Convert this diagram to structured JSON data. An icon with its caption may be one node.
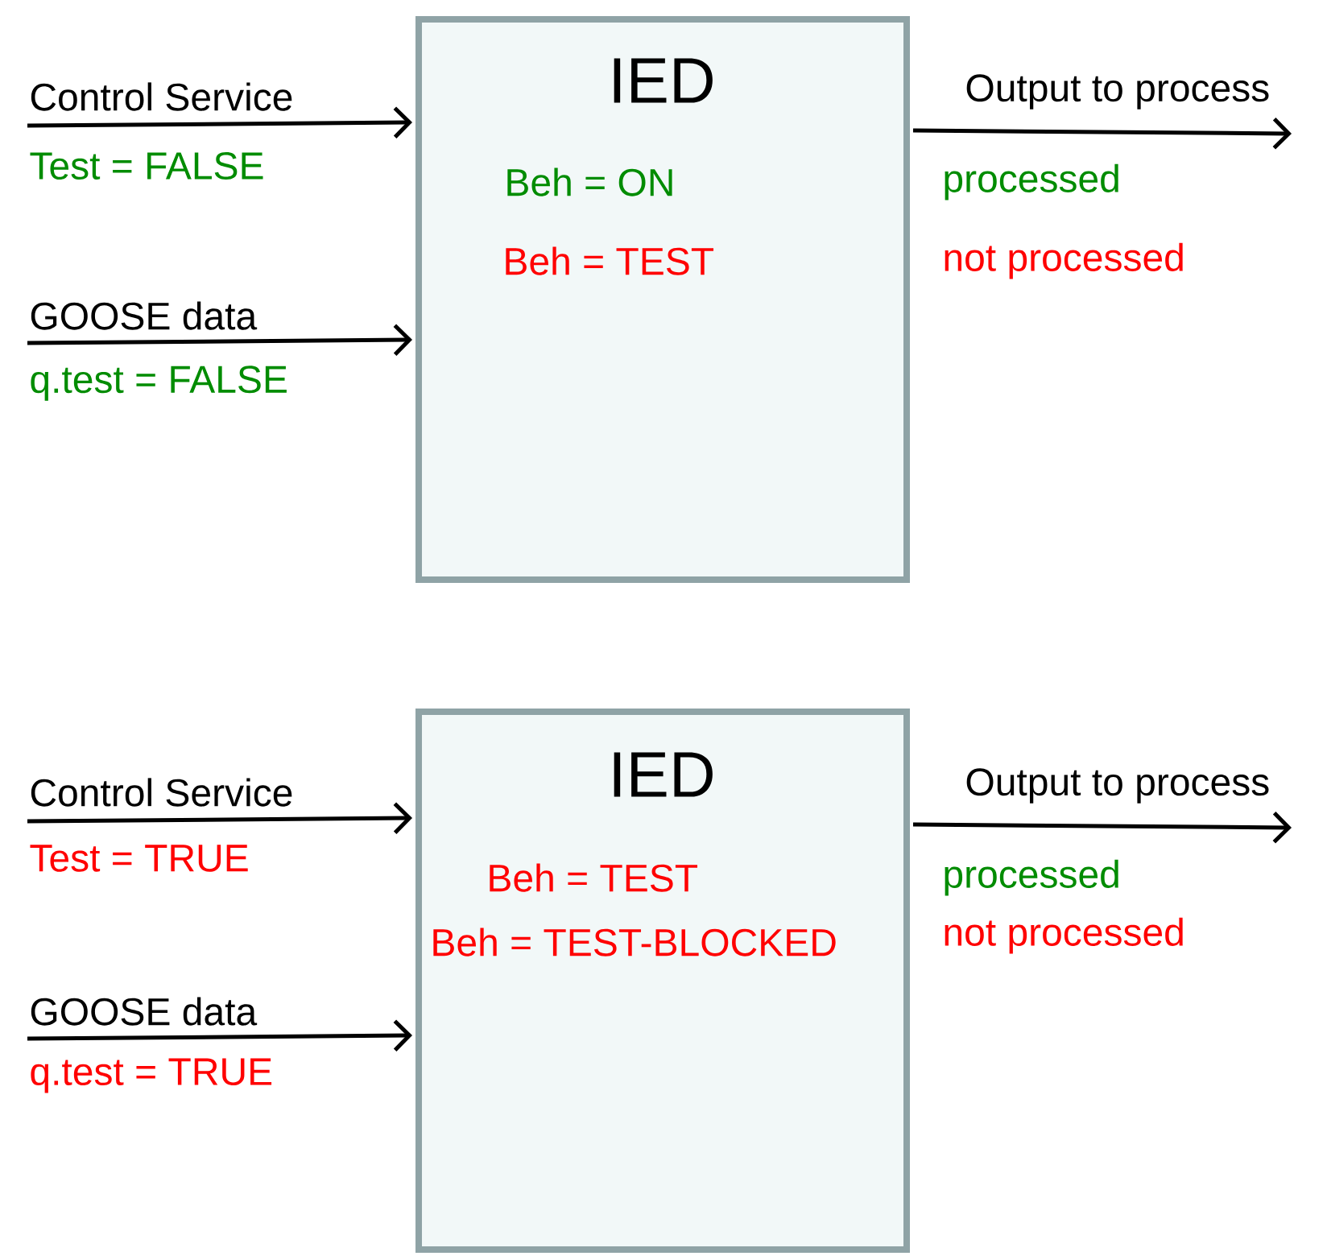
{
  "diagram": {
    "nodes": [
      {
        "text": [
          "IED",
          "Beh = ON",
          "Beh = TEST"
        ]
      },
      {
        "text": [
          "IED",
          "Beh = TEST",
          "Beh = TEST-BLOCKED"
        ]
      }
    ],
    "edges": [
      {
        "from": null,
        "to": 0,
        "arrow": "to",
        "label": "Control Service"
      },
      {
        "from": null,
        "to": 0,
        "arrow": "to",
        "label": "GOOSE data"
      },
      {
        "from": 0,
        "to": null,
        "arrow": "to",
        "label": "Output to process"
      },
      {
        "from": null,
        "to": 1,
        "arrow": "to",
        "label": "Control Service"
      },
      {
        "from": null,
        "to": 1,
        "arrow": "to",
        "label": "GOOSE data"
      },
      {
        "from": 1,
        "to": null,
        "arrow": "to",
        "label": "Output to process"
      }
    ],
    "labels": [
      "Test = FALSE",
      "q.test = FALSE",
      "processed",
      "not processed",
      "Test = TRUE",
      "q.test = TRUE",
      "processed",
      "not processed"
    ]
  }
}
